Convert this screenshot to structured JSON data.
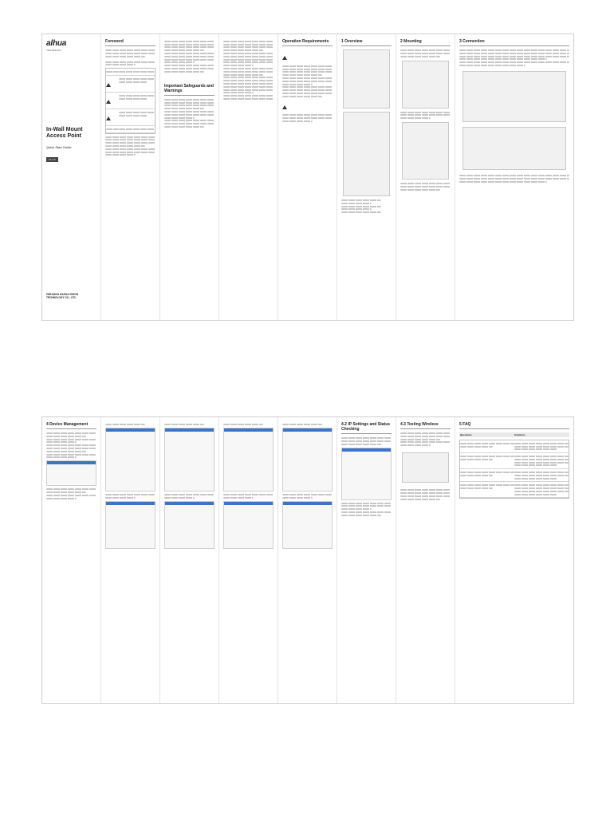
{
  "cover": {
    "logo_text": "alhua",
    "logo_tagline": "TECHNOLOGY",
    "title": "In-Wall Mount Access Point",
    "subtitle": "Quick Start Guide",
    "version": "V1.0.0",
    "company": "ZHEJIANG DAHUA VISION TECHNOLOGY CO., LTD."
  },
  "top_headings": [
    "Foreword",
    "Important Safeguards and Warnings",
    "Operation Requirements",
    "1 Overview",
    "2 Mounting",
    "3 Connection"
  ],
  "bottom_headings": [
    "4 Device Management",
    "4.2 IP Settings and Status Checking",
    "4.3 Testing Wireless",
    "5 FAQ"
  ],
  "faq_columns": [
    "Questions",
    "Solutions"
  ]
}
